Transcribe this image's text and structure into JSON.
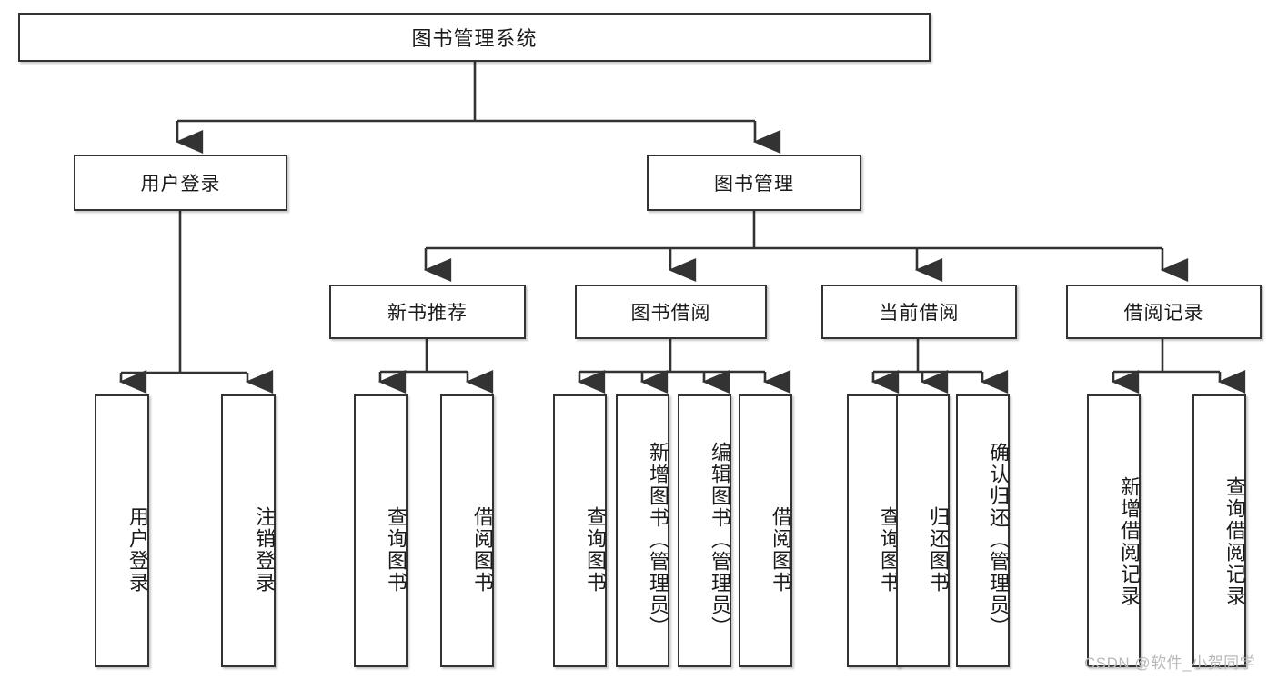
{
  "diagram": {
    "title": "图书管理系统",
    "type": "tree-hierarchy",
    "root": {
      "label": "图书管理系统"
    },
    "level1": [
      {
        "label": "用户登录"
      },
      {
        "label": "图书管理"
      }
    ],
    "level2": [
      {
        "label": "新书推荐",
        "parent": "图书管理"
      },
      {
        "label": "图书借阅",
        "parent": "图书管理"
      },
      {
        "label": "当前借阅",
        "parent": "图书管理"
      },
      {
        "label": "借阅记录",
        "parent": "图书管理"
      }
    ],
    "leaves": {
      "user_login": [
        {
          "label": "用户登录"
        },
        {
          "label": "注销登录"
        }
      ],
      "new_book_recommend": [
        {
          "label": "查询图书"
        },
        {
          "label": "借阅图书"
        }
      ],
      "book_borrow": [
        {
          "label": "查询图书"
        },
        {
          "label": "新增图书（管理员）"
        },
        {
          "label": "编辑图书（管理员）"
        },
        {
          "label": "借阅图书"
        }
      ],
      "current_borrow": [
        {
          "label": "查询图书"
        },
        {
          "label": "归还图书"
        },
        {
          "label": "确认归还（管理员）"
        }
      ],
      "borrow_record": [
        {
          "label": "新增借阅记录"
        },
        {
          "label": "查询借阅记录"
        }
      ]
    }
  },
  "watermark": {
    "text": "CSDN @软件_小贺同学"
  },
  "colors": {
    "box_border": "#333333",
    "box_fill": "#ffffff",
    "line": "#333333",
    "text": "#1a1a1a",
    "watermark": "#b9b9b9"
  }
}
